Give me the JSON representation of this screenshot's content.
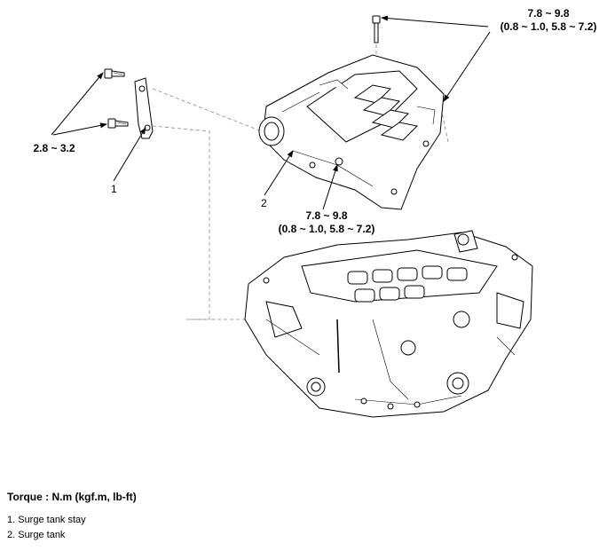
{
  "torque_callouts": {
    "top_right": {
      "line1": "7.8 ~ 9.8",
      "line2": "(0.8 ~ 1.0, 5.8 ~ 7.2)"
    },
    "middle": {
      "line1": "7.8 ~ 9.8",
      "line2": "(0.8 ~ 1.0, 5.8 ~ 7.2)"
    },
    "stay_bolts": {
      "line1": "2.8 ~ 3.2"
    }
  },
  "part_numbers": {
    "stay": "1",
    "surge_tank": "2"
  },
  "legend": {
    "heading": "Torque : N.m (kgf.m, lb-ft)",
    "items": [
      "1. Surge tank stay",
      "2. Surge tank"
    ]
  }
}
